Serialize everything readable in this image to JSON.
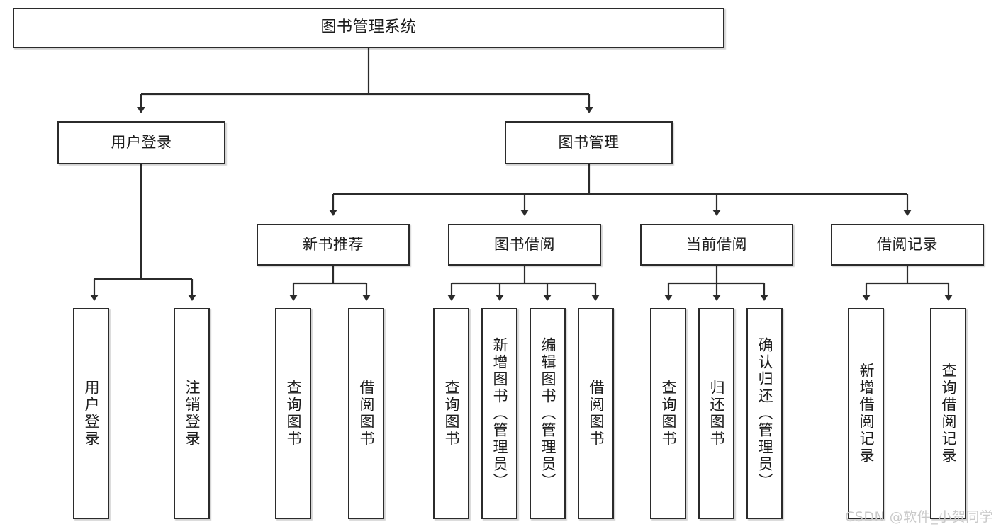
{
  "diagram": {
    "type": "tree",
    "title": "图书管理系统",
    "root": {
      "id": "root",
      "label": "图书管理系统"
    },
    "level2": [
      {
        "id": "user-login",
        "label": "用户登录"
      },
      {
        "id": "book-manage",
        "label": "图书管理"
      }
    ],
    "level3": [
      {
        "id": "new-book-rec",
        "label": "新书推荐"
      },
      {
        "id": "book-borrow",
        "label": "图书借阅"
      },
      {
        "id": "current-borrow",
        "label": "当前借阅"
      },
      {
        "id": "borrow-record",
        "label": "借阅记录"
      }
    ],
    "leaves": [
      {
        "id": "leaf-user-login",
        "label": "用户登录"
      },
      {
        "id": "leaf-logout-login",
        "label": "注销登录"
      },
      {
        "id": "leaf-query-book-1",
        "label": "查询图书"
      },
      {
        "id": "leaf-borrow-book-1",
        "label": "借阅图书"
      },
      {
        "id": "leaf-query-book-2",
        "label": "查询图书"
      },
      {
        "id": "leaf-add-book",
        "label": "新增图书（管理员）"
      },
      {
        "id": "leaf-edit-book",
        "label": "编辑图书（管理员）"
      },
      {
        "id": "leaf-borrow-book-2",
        "label": "借阅图书"
      },
      {
        "id": "leaf-query-book-3",
        "label": "查询图书"
      },
      {
        "id": "leaf-return-book",
        "label": "归还图书"
      },
      {
        "id": "leaf-confirm-return",
        "label": "确认归还（管理员）"
      },
      {
        "id": "leaf-add-record",
        "label": "新增借阅记录"
      },
      {
        "id": "leaf-query-record",
        "label": "查询借阅记录"
      }
    ],
    "colors": {
      "stroke": "#2b2b2b",
      "fill": "#ffffff",
      "text": "#1c1c1c",
      "watermark": "#c9c9c9"
    }
  },
  "watermark": {
    "text": "CSDN @软件_小贺同学"
  }
}
